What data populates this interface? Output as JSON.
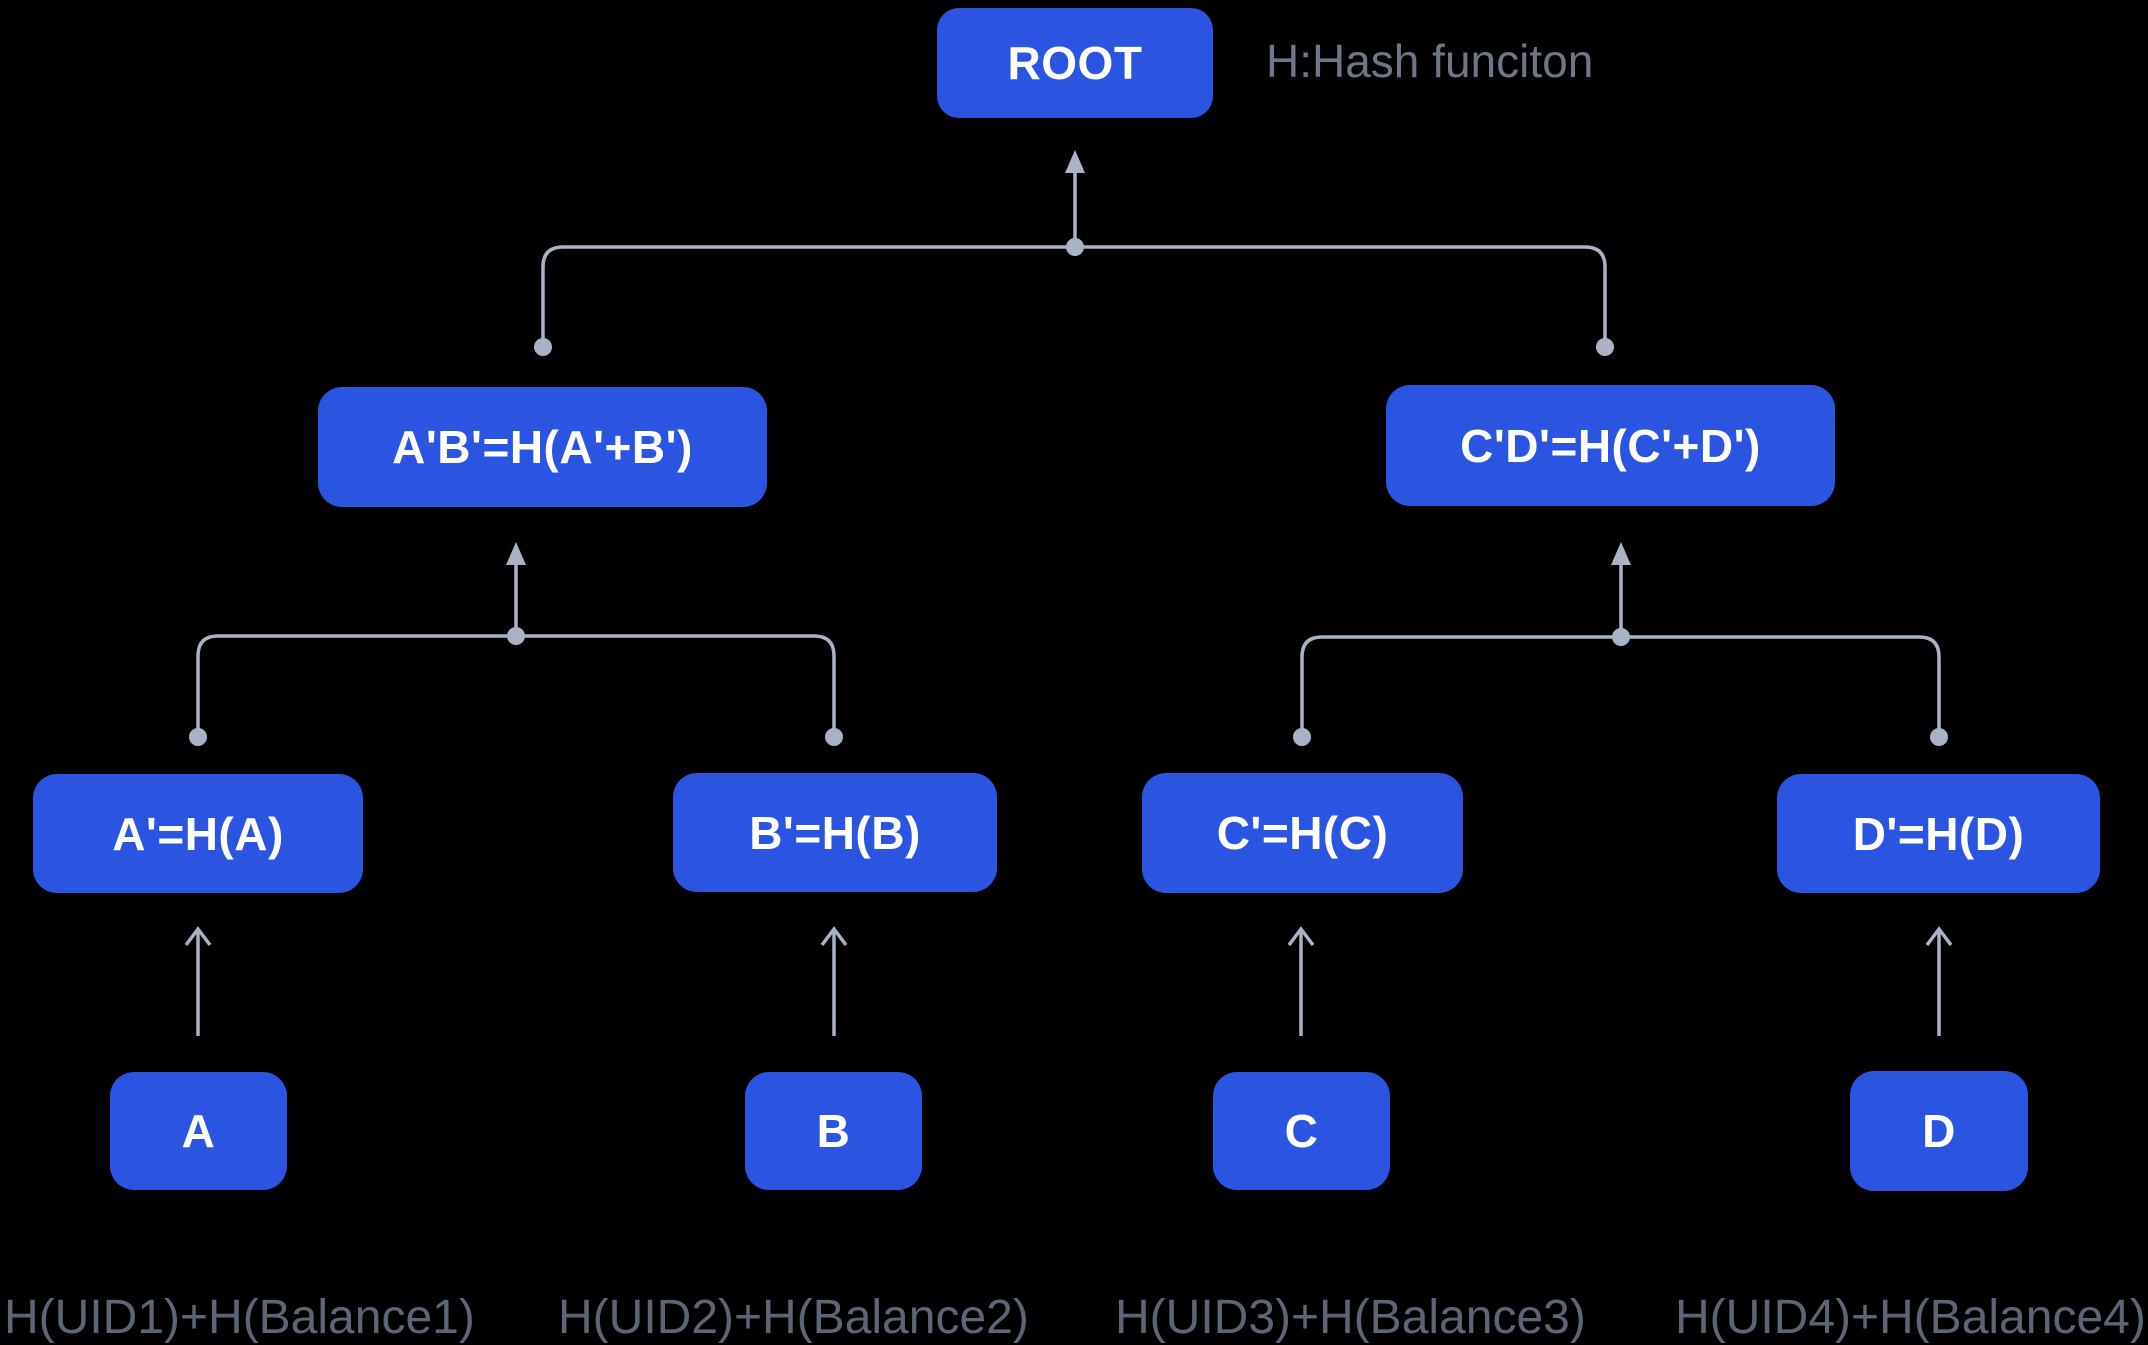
{
  "diagram": {
    "type": "merkle-tree",
    "annotation": "H:Hash funciton",
    "nodes": {
      "root": "ROOT",
      "ab": "A'B'=H(A'+B')",
      "cd": "C'D'=H(C'+D')",
      "a_hash": "A'=H(A)",
      "b_hash": "B'=H(B)",
      "c_hash": "C'=H(C)",
      "d_hash": "D'=H(D)",
      "a": "A",
      "b": "B",
      "c": "C",
      "d": "D"
    },
    "leaf_labels": [
      "H(UID1)+H(Balance1)",
      "H(UID2)+H(Balance2)",
      "H(UID3)+H(Balance3)",
      "H(UID4)+H(Balance4)"
    ]
  },
  "colors": {
    "background": "#000000",
    "node-bg": "#2b55e0",
    "node-text": "#ffffff",
    "connector": "#a9b2c6",
    "annotation-text": "#6e7687",
    "label-text": "#5d6676"
  }
}
